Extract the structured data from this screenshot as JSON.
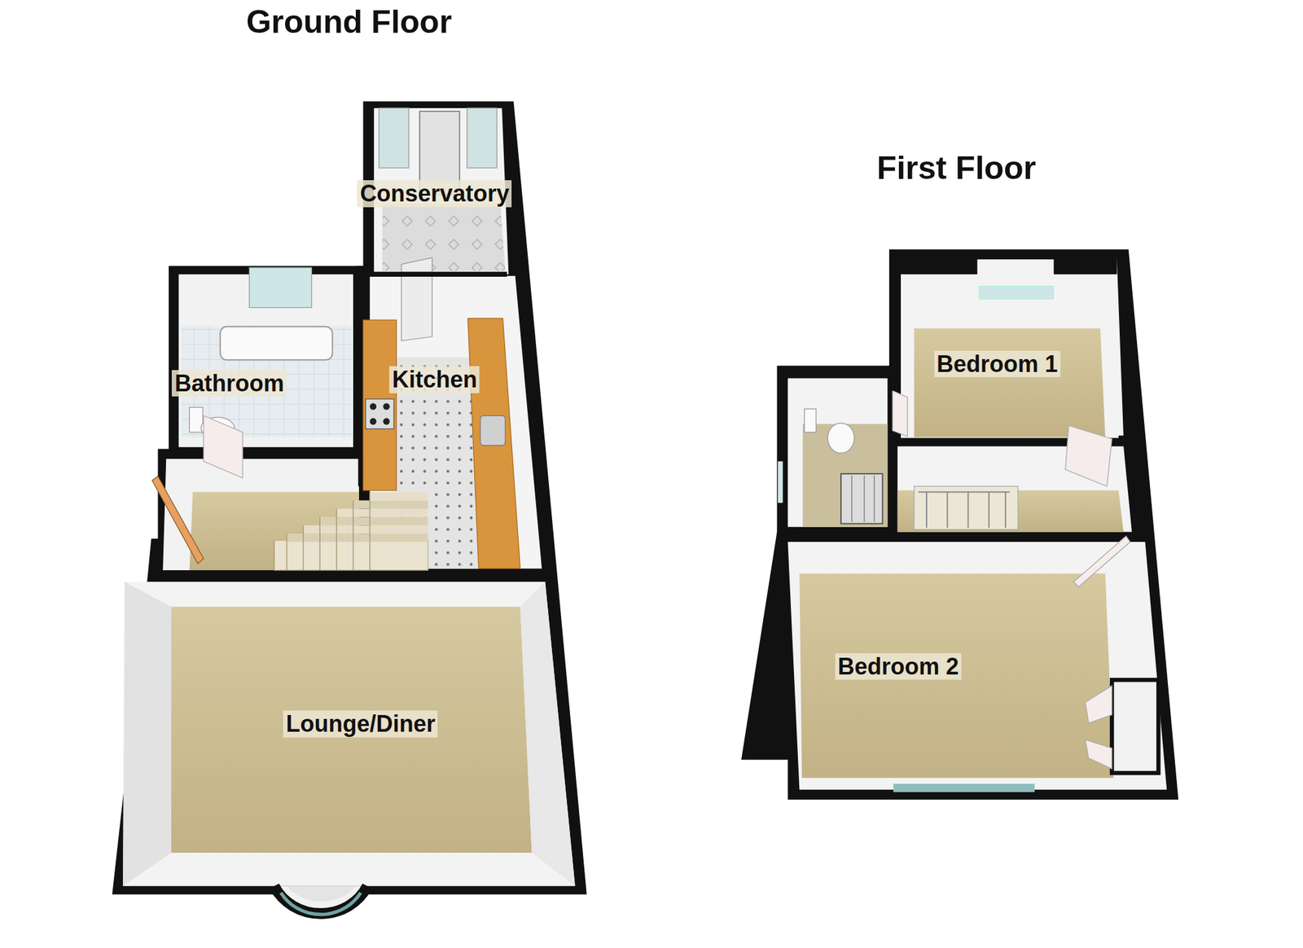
{
  "diagram": {
    "nodes": [
      {
        "text": [
          "Conservatory"
        ]
      },
      {
        "text": [
          "Bathroom"
        ]
      },
      {
        "text": [
          "Kitchen"
        ]
      },
      {
        "text": [
          "Lounge/Diner"
        ]
      },
      {
        "text": [
          "Bedroom 1"
        ]
      },
      {
        "text": [
          "Bedroom 2"
        ]
      }
    ],
    "labels": [
      "Ground Floor",
      "First Floor"
    ]
  }
}
